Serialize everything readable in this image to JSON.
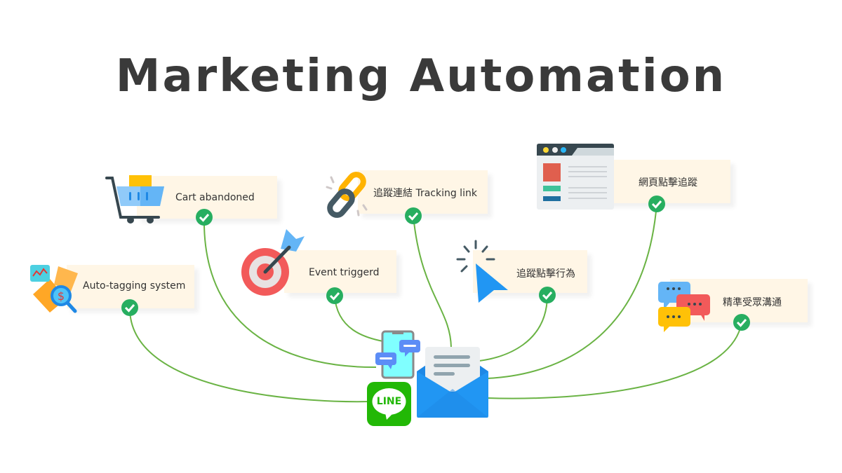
{
  "title": "Marketing Automation",
  "nodes": {
    "cart": {
      "label": "Cart abandoned"
    },
    "tracking_link": {
      "label": "追蹤連結 Tracking link"
    },
    "web_click": {
      "label": "網頁點擊追蹤"
    },
    "event": {
      "label": "Event triggerd"
    },
    "click_behavior": {
      "label": "追蹤點擊行為"
    },
    "auto_tagging": {
      "label": "Auto-tagging system"
    },
    "audience": {
      "label": "精準受眾溝通"
    }
  },
  "hub": {
    "line_label": "LINE"
  },
  "colors": {
    "line_green": "#6ab344",
    "check_green": "#27ae60",
    "card_bg": "#fff6e6",
    "title": "#3a3a3a"
  }
}
